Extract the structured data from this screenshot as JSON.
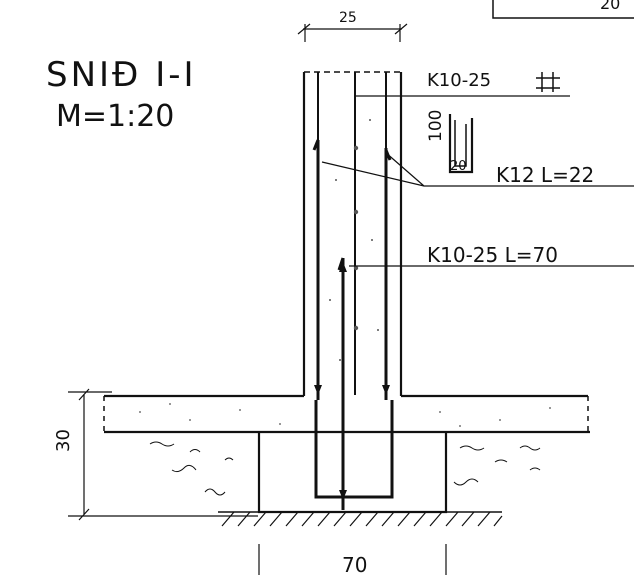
{
  "section": {
    "title": "SNIĐ  I-I",
    "scale": "M=1:20"
  },
  "corner_fragment": "20",
  "dimensions": {
    "wall_thickness": "25",
    "foundation_width": "70",
    "slab_height": "30",
    "stirrup_height": "100",
    "stirrup_width": "20"
  },
  "rebar_labels": {
    "top": "K10-25",
    "k12": "K12  L=22",
    "k10": "K10-25  L=70"
  },
  "colors": {
    "ink": "#111111",
    "paper": "#ffffff",
    "concrete_dots": "#555555"
  }
}
